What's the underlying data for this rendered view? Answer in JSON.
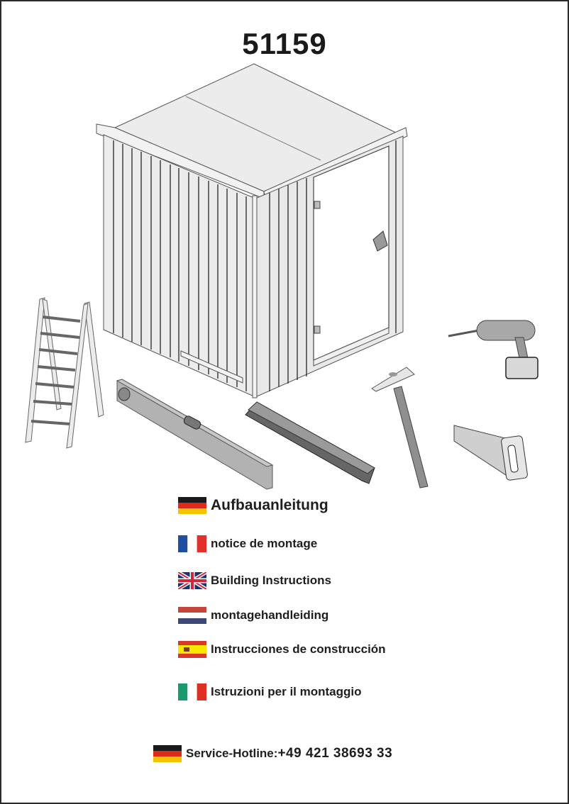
{
  "document": {
    "title": "51159",
    "illustrations": {
      "main": "shed-isometric",
      "tools": [
        "ladder",
        "spirit-level",
        "folding-rule",
        "hammer",
        "cordless-drill",
        "hand-saw"
      ]
    },
    "languages": [
      {
        "code": "de",
        "flag": "germany-flag-icon",
        "label": "Aufbauanleitung"
      },
      {
        "code": "fr",
        "flag": "france-flag-icon",
        "label": "notice de montage"
      },
      {
        "code": "en",
        "flag": "uk-flag-icon",
        "label": "Building Instructions"
      },
      {
        "code": "nl",
        "flag": "netherlands-flag-icon",
        "label": "montagehandleiding"
      },
      {
        "code": "es",
        "flag": "spain-flag-icon",
        "label": "Instrucciones de construcción"
      },
      {
        "code": "it",
        "flag": "italy-flag-icon",
        "label": "Istruzioni per il montaggio"
      }
    ],
    "hotline": {
      "flag": "germany-flag-icon",
      "label": "Service-Hotline:",
      "number": "+49 421 38693 33"
    },
    "colors": {
      "border": "#2a2a2a",
      "text": "#1e1e1e",
      "shed_fill": "#ececec",
      "tool_gray": "#a8a8a8"
    }
  }
}
